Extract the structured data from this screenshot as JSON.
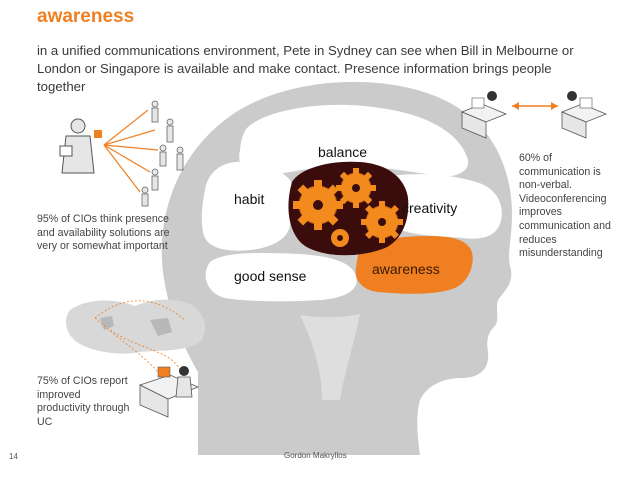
{
  "slide": {
    "title": "awareness",
    "subtitle": "in a unified communications environment, Pete in Sydney can see when Bill in Melbourne or London or Singapore is available and make contact. Presence information brings people together",
    "page_number": "14",
    "author": "Gordon Makryllos"
  },
  "notes": {
    "presence": "95% of CIOs think presence and availability solutions are very or somewhat important",
    "productivity": "75% of CIOs report improved productivity through UC",
    "video": "60% of communication is non-verbal. Videoconferencing improves communication and reduces misunderstanding"
  },
  "brain": {
    "balance": "balance",
    "habit": "habit",
    "creativity": "creativity",
    "good_sense": "good sense",
    "awareness": "awareness"
  },
  "colors": {
    "accent": "#f07f22",
    "head": "#c9c9c9",
    "gear": "#f28a1e",
    "gear_dark": "#3b0c0c"
  }
}
